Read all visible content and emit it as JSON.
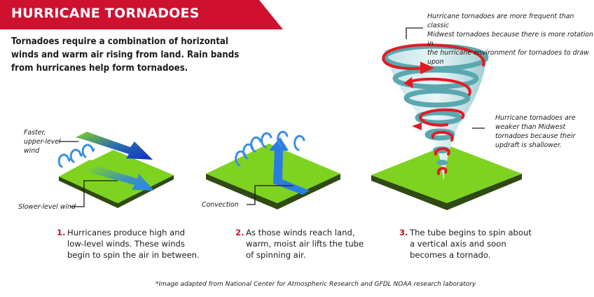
{
  "header": {
    "title": "HURRICANE TORNADOES",
    "banner_color": "#d0102f"
  },
  "intro": {
    "text_lines": [
      "Tornadoes require a combination of horizontal",
      "winds and warm air rising from land. Rain bands",
      "from hurricanes help form tornadoes."
    ]
  },
  "panels": [
    {
      "id": "panel-1",
      "labels": {
        "upper_wind": [
          "Faster,",
          "upper-level",
          "wind"
        ],
        "lower_wind": "Slower-level wind"
      },
      "step_number": "1.",
      "step_lines": [
        "Hurricanes produce high and",
        "low-level winds. These winds",
        "begin to spin the air in between."
      ]
    },
    {
      "id": "panel-2",
      "labels": {
        "convection": "Convection"
      },
      "step_number": "2.",
      "step_lines": [
        "As those winds reach land,",
        "warm, moist air lifts the tube",
        "of spinning air."
      ]
    },
    {
      "id": "panel-3",
      "labels": {
        "frequency_note": [
          "Hurricane tornadoes are more frequent than classic",
          "Midwest tornadoes because there is more rotation in",
          "the hurricane environment for tornadoes to draw upon"
        ],
        "strength_note": [
          "Hurricane tornadoes are",
          "weaker than Midwest",
          "tornadoes because their",
          "updraft is shallower."
        ]
      },
      "step_number": "3.",
      "step_lines": [
        "The tube begins to spin about",
        "a vertical axis and soon",
        "becomes a tornado."
      ]
    }
  ],
  "footnote": "*Image adapted from National Center for Atmospheric Research and GFDL NOAA research laboratory",
  "colors": {
    "accent_red": "#d0102f",
    "ground_green": "#7ed321",
    "ground_side": "#2f4a12",
    "wind_blue": "#2a7de1",
    "swirl_blue": "#3a8fe0",
    "tornado_teal": "#5aa7b0",
    "rotation_red": "#e21b23"
  }
}
